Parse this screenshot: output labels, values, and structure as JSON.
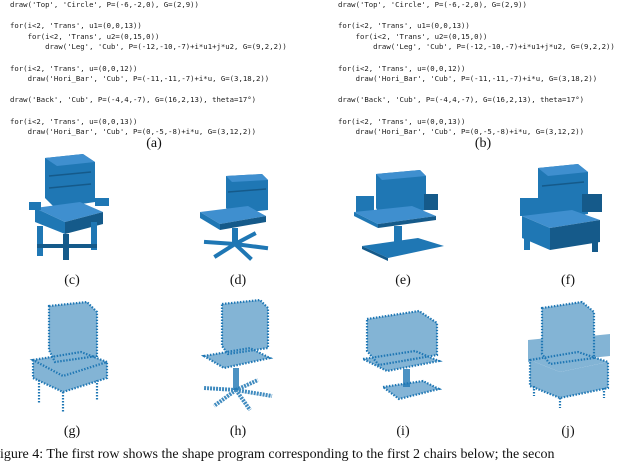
{
  "program_a": [
    "draw('Top', 'Circle', P=(-6,-2,0), G=(2,9))",
    "",
    "for(i<2, 'Trans', u1=(0,0,13))",
    "    for(i<2, 'Trans', u2=(0,15,0))",
    "        draw('Leg', 'Cub', P=(-12,-10,-7)+i*u1+j*u2, G=(9,2,2))",
    "",
    "for(i<2, 'Trans', u=(0,0,12))",
    "    draw('Hori_Bar', 'Cub', P=(-11,-11,-7)+i*u, G=(3,18,2))",
    "",
    "draw('Back', 'Cub', P=(-4,4,-7), G=(16,2,13), theta=17°)",
    "",
    "for(i<2, 'Trans', u=(0,0,13))",
    "    draw('Hori_Bar', 'Cub', P=(0,-5,-8)+i*u, G=(3,12,2))"
  ],
  "program_b": [
    "draw('Top', 'Circle', P=(-6,-2,0), G=(2,9))",
    "",
    "for(i<2, 'Trans', u1=(0,0,13))",
    "    for(i<2, 'Trans', u2=(0,15,0))",
    "        draw('Leg', 'Cub', P=(-12,-10,-7)+i*u1+j*u2, G=(9,2,2))",
    "",
    "for(i<2, 'Trans', u=(0,0,12))",
    "    draw('Hori_Bar', 'Cub', P=(-11,-11,-7)+i*u, G=(3,18,2))",
    "",
    "draw('Back', 'Cub', P=(-4,4,-7), G=(16,2,13), theta=17°)",
    "",
    "for(i<2, 'Trans', u=(0,0,13))",
    "    draw('Hori_Bar', 'Cub', P=(0,-5,-8)+i*u, G=(3,12,2))"
  ],
  "labels": {
    "a": "(a)",
    "b": "(b)",
    "c": "(c)",
    "d": "(d)",
    "e": "(e)",
    "f": "(f)",
    "g": "(g)",
    "h": "(h)",
    "i": "(i)",
    "j": "(j)"
  },
  "caption": "igure 4: The first row shows the shape program corresponding to the first 2 chairs below; the secon",
  "colors": {
    "chair_blue": "#1f77b4",
    "chair_dark": "#155a8a",
    "chair_light": "#3f8fcf"
  }
}
